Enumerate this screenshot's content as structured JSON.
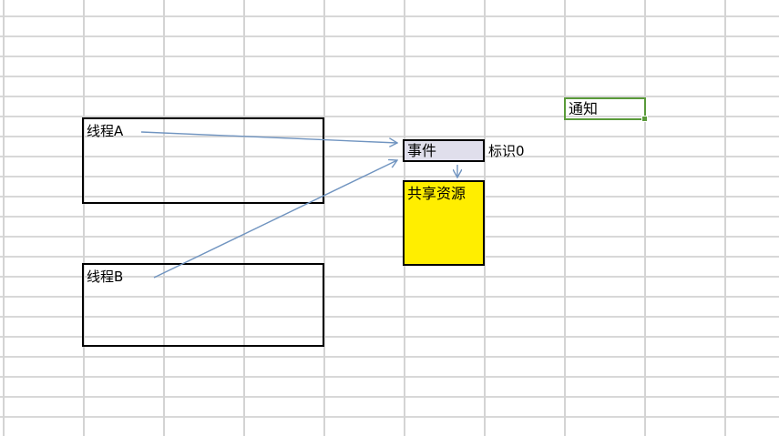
{
  "cells": {
    "thread_a": "线程A",
    "thread_b": "线程B",
    "event": "事件",
    "flag": "标识0",
    "shared_resource": "共享资源",
    "notify": "通知"
  },
  "colors": {
    "event_fill": "#e0dfec",
    "resource_fill": "#ffee00",
    "arrow": "#7094c0",
    "selection": "#5a9a3a"
  }
}
